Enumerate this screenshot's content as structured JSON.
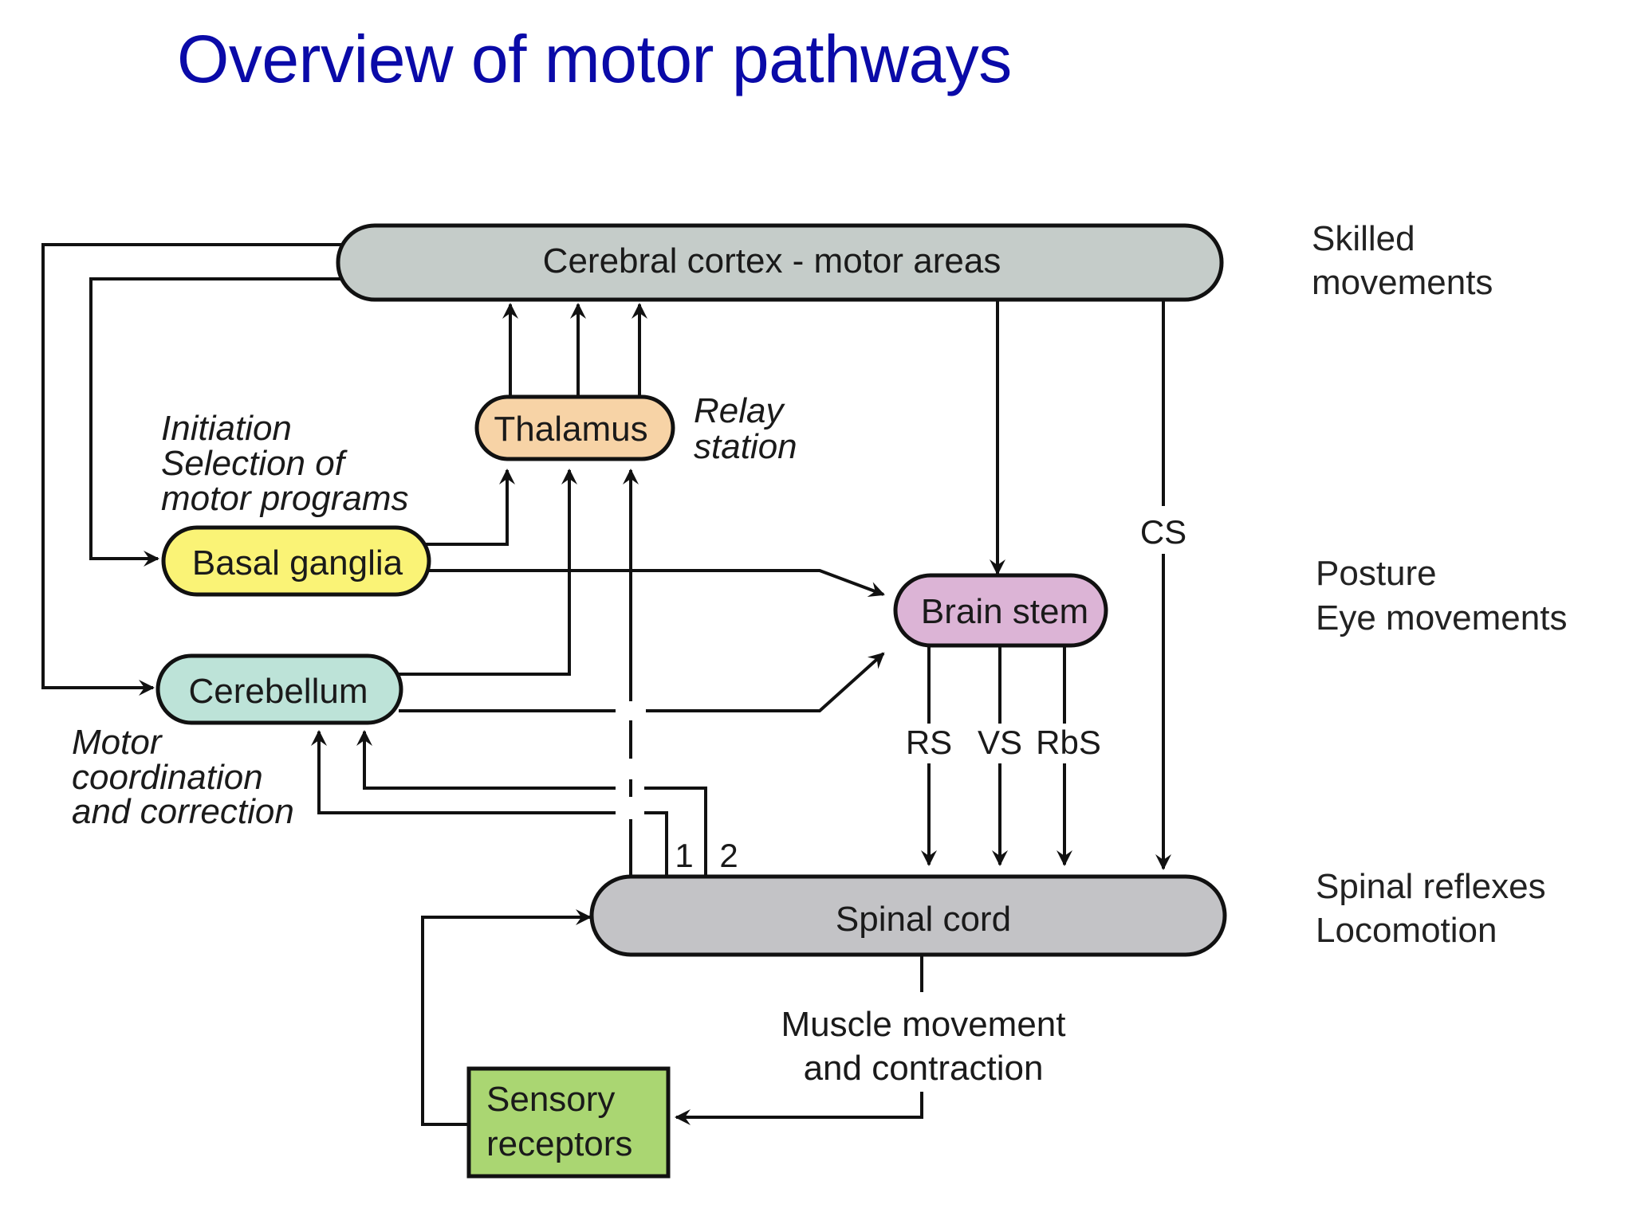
{
  "title": "Overview of motor pathways",
  "colors": {
    "title": "#0a0aa8",
    "cortex_fill": "#c5ccc9",
    "thalamus_fill": "#f7d3a6",
    "basal_ganglia_fill": "#faf376",
    "cerebellum_fill": "#bde3d8",
    "brain_stem_fill": "#dcb4d6",
    "spinal_cord_fill": "#c3c3c6",
    "sensory_fill": "#aad672",
    "stroke": "#111111"
  },
  "nodes": {
    "cortex": "Cerebral cortex - motor areas",
    "thalamus": "Thalamus",
    "basal_ganglia": "Basal ganglia",
    "cerebellum": "Cerebellum",
    "brain_stem": "Brain stem",
    "spinal_cord": "Spinal cord",
    "sensory": [
      "Sensory",
      "receptors"
    ]
  },
  "annotations": {
    "relay": [
      "Relay",
      "station"
    ],
    "basal_ganglia_role": [
      "Initiation",
      "Selection of",
      "motor programs"
    ],
    "cerebellum_role": [
      "Motor",
      "coordination",
      "and correction"
    ],
    "muscle": [
      "Muscle movement",
      "and contraction"
    ]
  },
  "tracts": {
    "cs": "CS",
    "rs": "RS",
    "vs": "VS",
    "rbs": "RbS",
    "feedback_1": "1",
    "feedback_2": "2"
  },
  "levels": {
    "cortex": [
      "Skilled",
      "movements"
    ],
    "brain_stem": [
      "Posture",
      "Eye movements"
    ],
    "spinal": [
      "Spinal reflexes",
      "Locomotion"
    ]
  }
}
